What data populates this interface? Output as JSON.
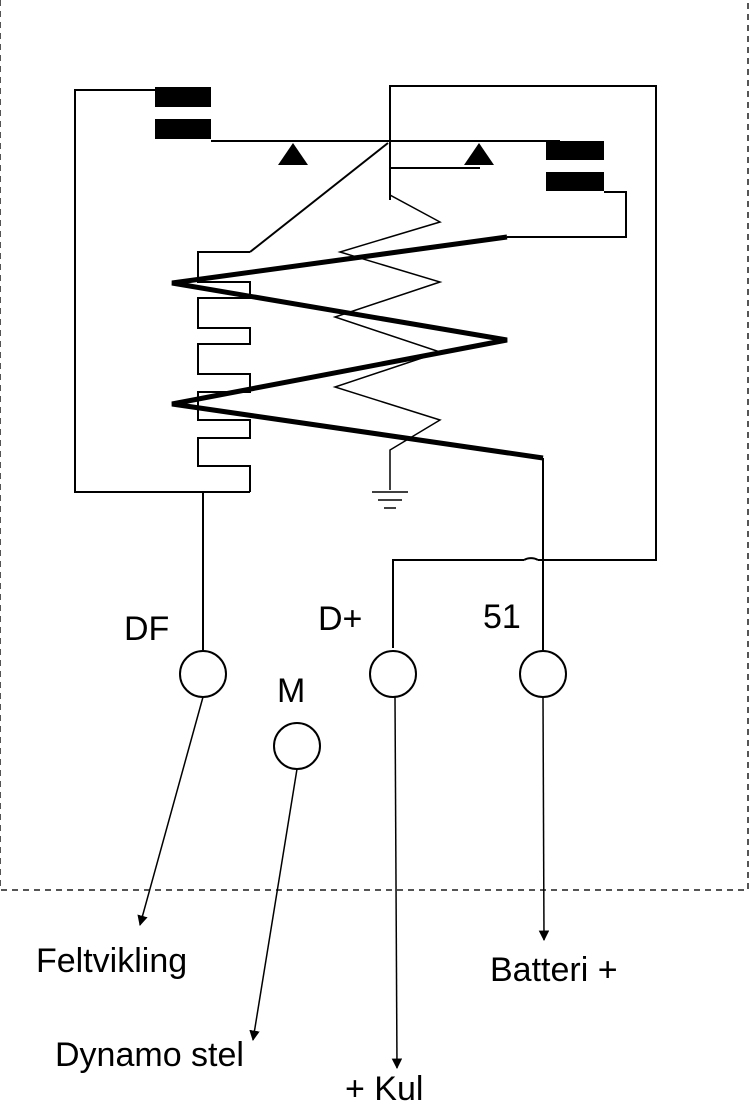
{
  "terminals": {
    "df": "DF",
    "m": "M",
    "d_plus": "D+",
    "t51": "51"
  },
  "connections": {
    "field_winding": "Feltvikling",
    "dynamo_frame": "Dynamo stel",
    "charge_lamp": "+ Kul",
    "battery_plus": "Batteri +"
  },
  "colors": {
    "line": "#000000",
    "background": "#ffffff",
    "enclosure_border": "#555555"
  }
}
